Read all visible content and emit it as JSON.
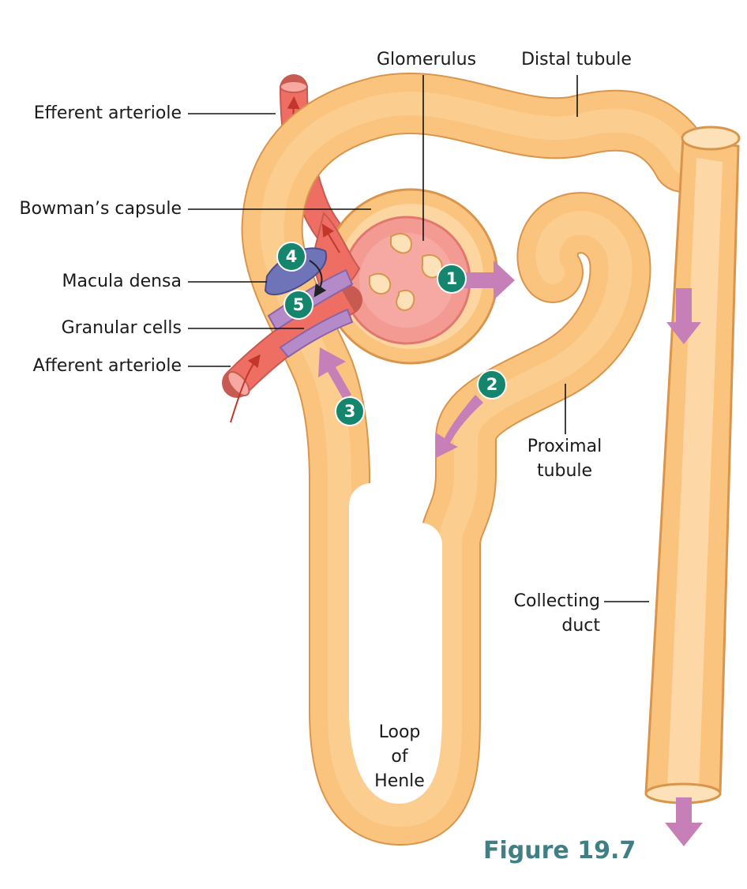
{
  "labels": {
    "glomerulus": "Glomerulus",
    "distal_tubule": "Distal tubule",
    "efferent_arteriole": "Efferent arteriole",
    "bowmans_capsule": "Bowman’s capsule",
    "macula_densa": "Macula densa",
    "granular_cells": "Granular cells",
    "afferent_arteriole": "Afferent arteriole",
    "proximal_tubule_line1": "Proximal",
    "proximal_tubule_line2": "tubule",
    "collecting_duct_line1": "Collecting",
    "collecting_duct_line2": "duct",
    "loop_line1": "Loop",
    "loop_line2": "of",
    "loop_line3": "Henle"
  },
  "steps": [
    "1",
    "2",
    "3",
    "4",
    "5"
  ],
  "figure_label": "Figure 19.7",
  "colors": {
    "tubule_fill": "#fbc47e",
    "tubule_inner": "#fde1b8",
    "tubule_outline": "#d9954c",
    "vessel": "#ef6e63",
    "glomerulus": "#f39a92",
    "macula_densa": "#6f73b8",
    "granular_cells": "#b48bc8",
    "flow_arrow": "#c77fb8",
    "step_circle": "#16856e",
    "figure_label": "#3f7f85"
  }
}
